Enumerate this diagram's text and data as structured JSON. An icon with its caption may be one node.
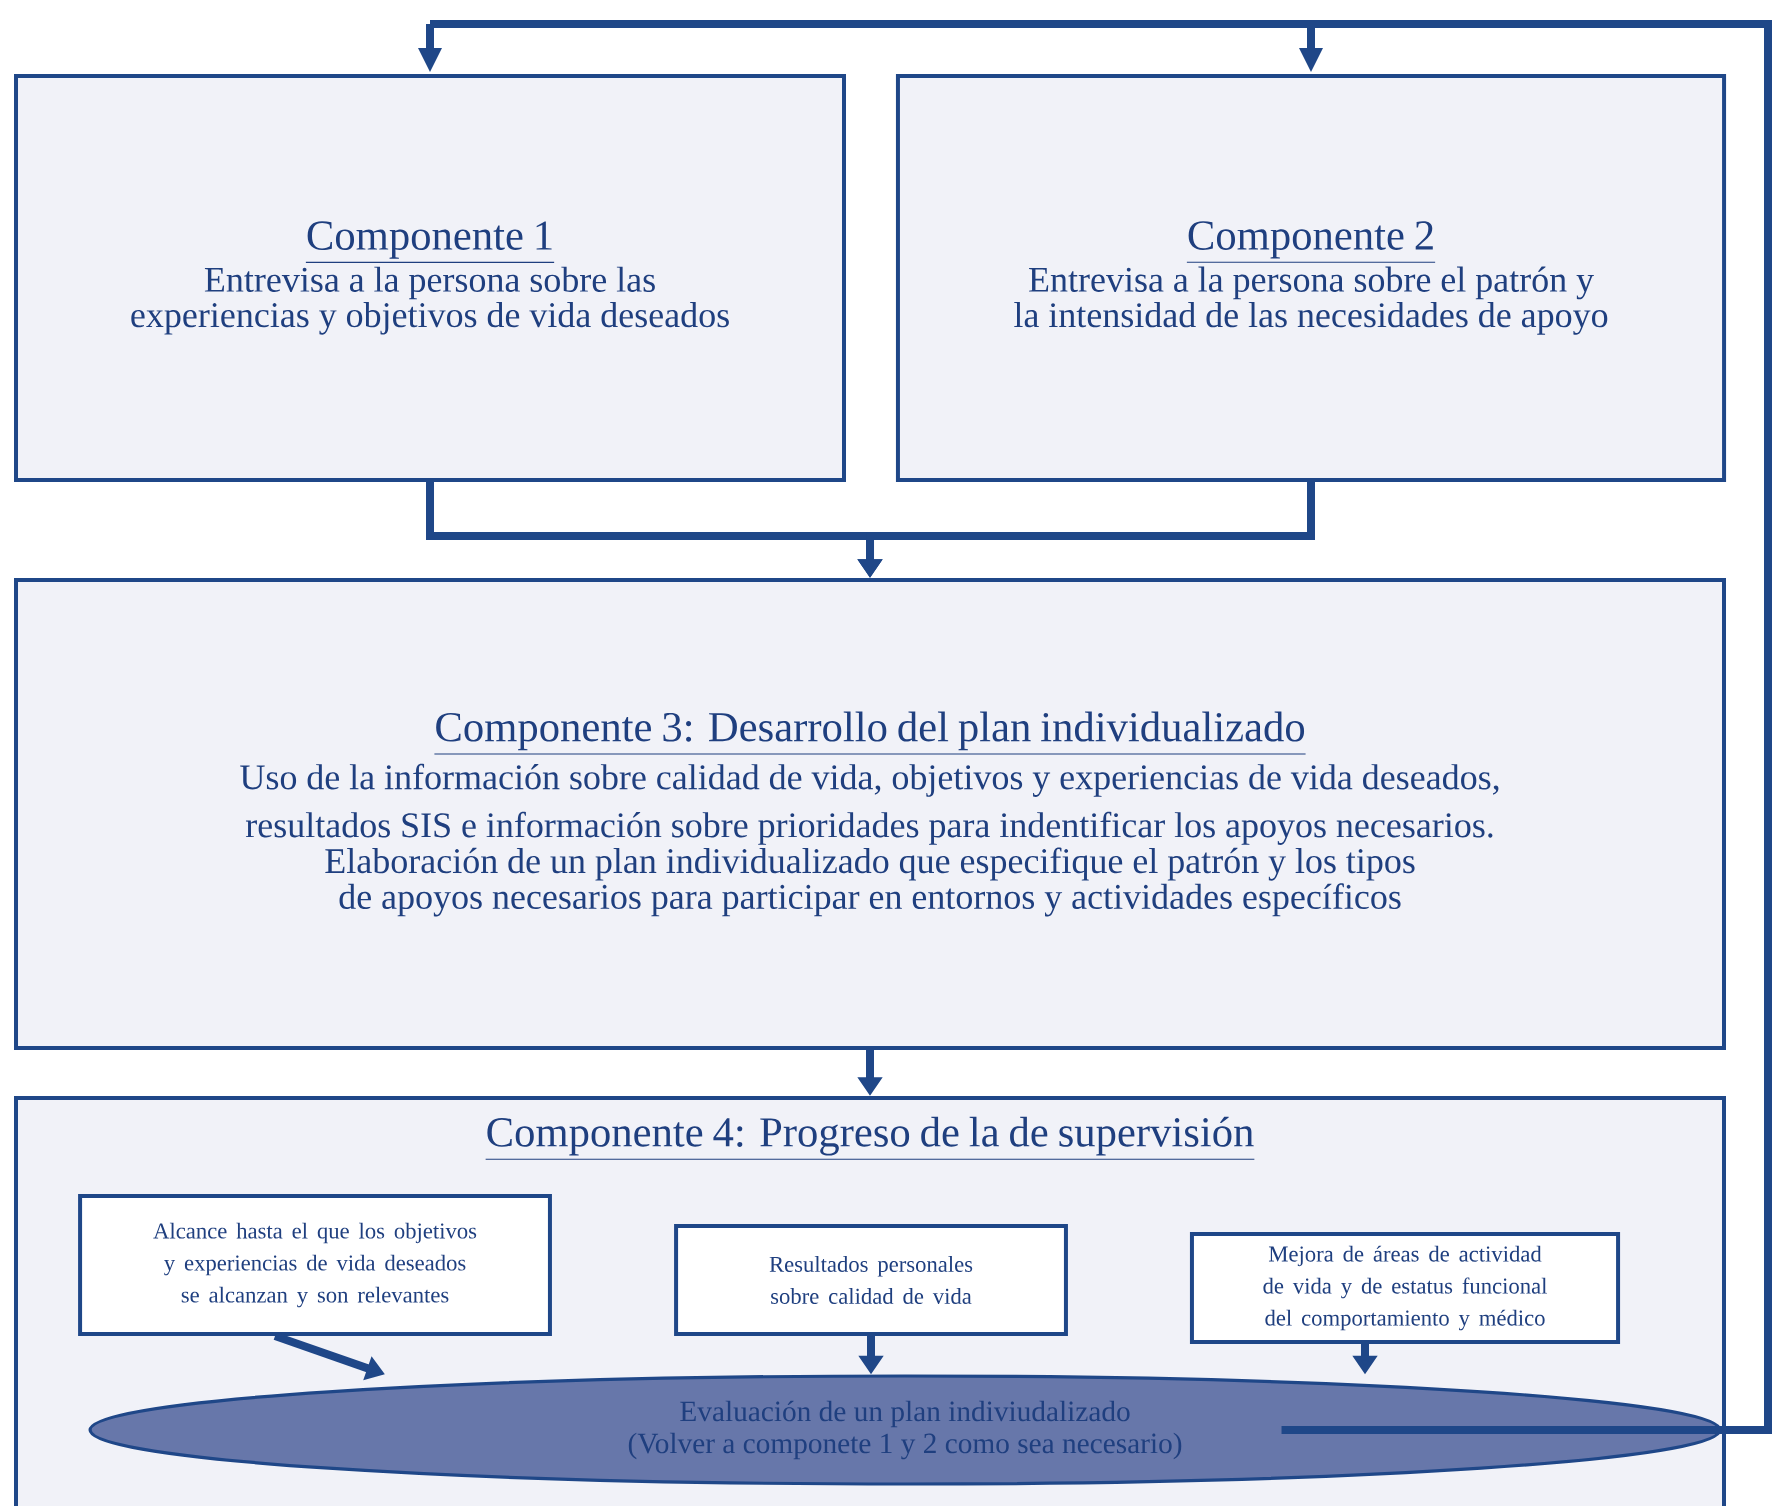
{
  "diagram": {
    "nodes": [
      {
        "text": [
          "Componente 1",
          "Entrevisa a la persona sobre las experiencias y objetivos de vida deseados"
        ]
      },
      {
        "text": [
          "Componente 2",
          "Entrevisa a la persona sobre el patrón y la intensidad de las necesidades de apoyo"
        ]
      },
      {
        "text": [
          "Componente 3: Desarrollo del plan individualizado",
          "Uso de la información sobre calidad de vida, objetivos y experiencias de vida deseados, resultados SIS e información sobre prioridades para indentificar los apoyos necesarios.",
          "Elaboración de un plan individualizado que especifique el patrón y los tipos de apoyos necesarios para participar en entornos y actividades específicos"
        ]
      },
      {
        "text": [
          "Componente 4: Progreso de la de supervisión"
        ]
      },
      {
        "text": [
          "Alcance hasta el que los objetivos y experiencias de vida deseados se alcanzan y son relevantes"
        ],
        "in": 3
      },
      {
        "text": [
          "Resultados personales sobre calidad de vida"
        ],
        "in": 3
      },
      {
        "text": [
          "Mejora de áreas de actividad de vida y de estatus funcional del comportamiento y médico"
        ],
        "in": 3
      },
      {
        "text": [
          "Evaluación de un plan indiviudalizado",
          "(Volver a componete 1 y 2 como sea necesario)"
        ],
        "in": 3
      }
    ],
    "edges": [
      {
        "from": 7,
        "to": 0,
        "arrow": "to"
      },
      {
        "from": 7,
        "to": 1,
        "arrow": "to"
      },
      {
        "from": 0,
        "to": 2,
        "arrow": "to"
      },
      {
        "from": 1,
        "to": 2,
        "arrow": "to"
      },
      {
        "from": 2,
        "to": 3,
        "arrow": "to"
      },
      {
        "from": 4,
        "to": 7,
        "arrow": "to"
      },
      {
        "from": 5,
        "to": 7,
        "arrow": "to"
      },
      {
        "from": 6,
        "to": 7,
        "arrow": "to"
      }
    ]
  }
}
